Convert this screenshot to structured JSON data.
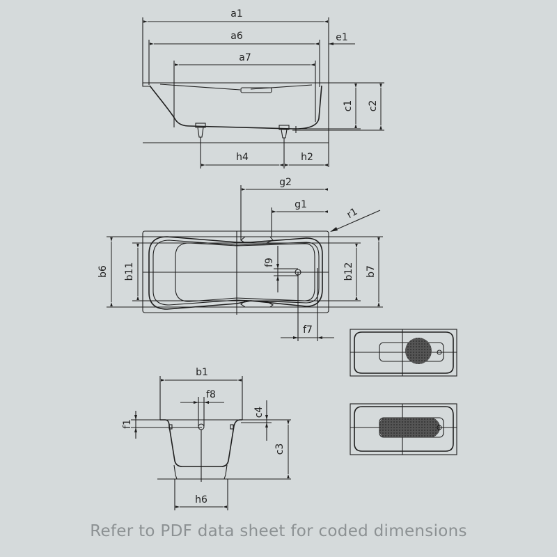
{
  "labels": {
    "a1": "a1",
    "a6": "a6",
    "a7": "a7",
    "e1": "e1",
    "c1": "c1",
    "c2": "c2",
    "h4": "h4",
    "h2": "h2",
    "g2": "g2",
    "g1": "g1",
    "r1": "r1",
    "b6": "b6",
    "b11": "b11",
    "b12": "b12",
    "b7": "b7",
    "f9": "f9",
    "f7": "f7",
    "b1": "b1",
    "f8": "f8",
    "f1": "f1",
    "c4": "c4",
    "c3": "c3",
    "h6": "h6"
  },
  "caption": "Refer to PDF data sheet for coded dimensions",
  "colors": {
    "background": "#d5dadb",
    "lines": "#1e1e1e",
    "caption": "#8c9193"
  }
}
